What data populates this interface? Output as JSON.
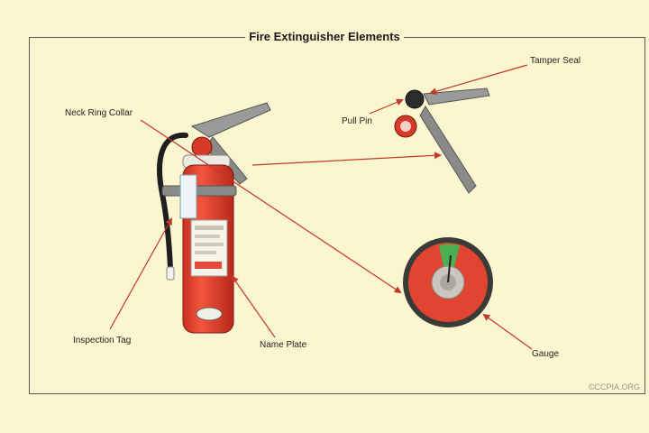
{
  "title": "Fire Extinguisher Elements",
  "labels": {
    "neck_ring_collar": "Neck Ring Collar",
    "tamper_seal": "Tamper Seal",
    "pull_pin": "Pull Pin",
    "inspection_tag": "Inspection Tag",
    "name_plate": "Name Plate",
    "gauge": "Gauge"
  },
  "credit": "©CCPIA.ORG",
  "colors": {
    "background": "#fbf6cf",
    "arrow": "#c0392b",
    "cylinder": "#e8412c",
    "gauge_green": "#4caf50",
    "handle": "#8a8a88"
  }
}
